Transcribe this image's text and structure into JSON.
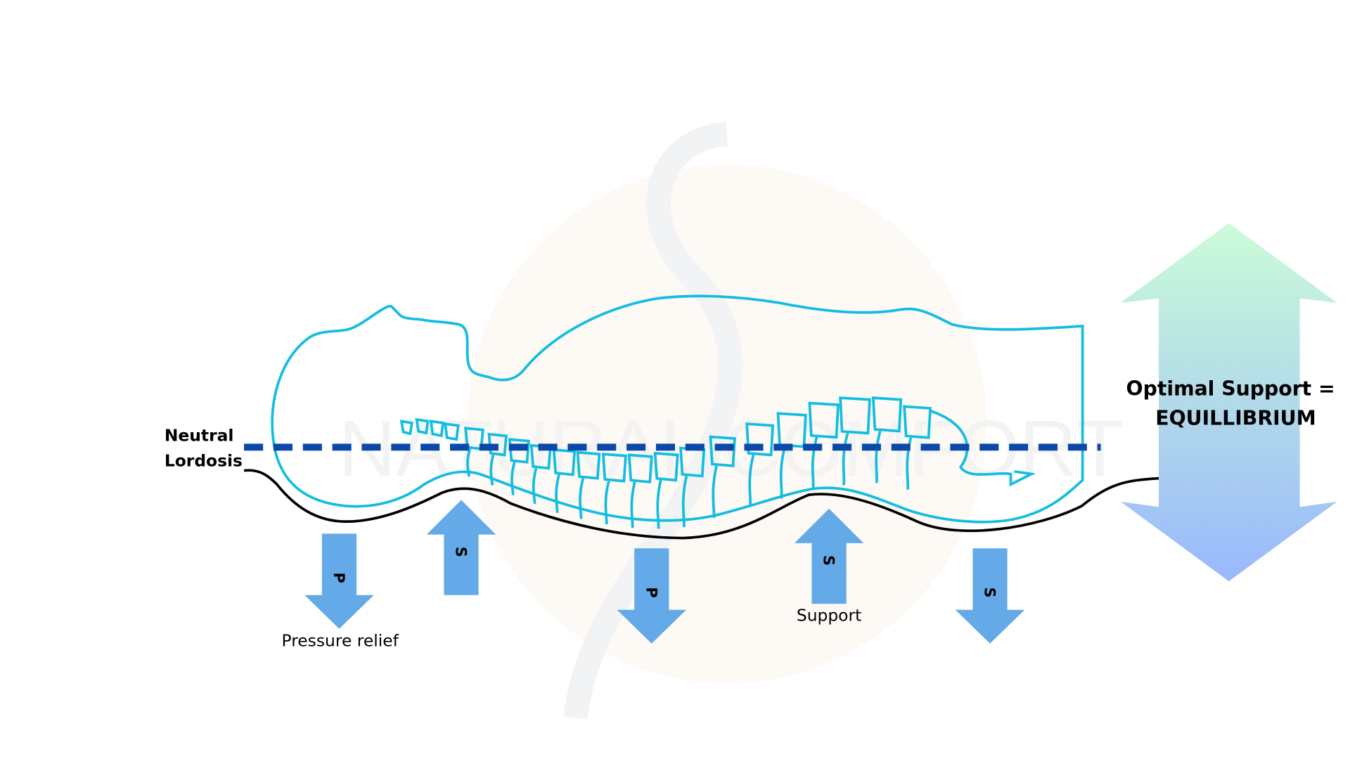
{
  "watermark": {
    "text": "NATURAL COMFORT"
  },
  "labels": {
    "neutral_line_1": "Neutral",
    "neutral_line_2": "Lordosis",
    "pressure_relief": "Pressure relief",
    "support": "Support",
    "optimal_line_1": "Optimal Support =",
    "optimal_line_2": "EQUILLIBRIUM"
  },
  "arrows": [
    {
      "letter": "P",
      "direction": "down"
    },
    {
      "letter": "S",
      "direction": "up"
    },
    {
      "letter": "P",
      "direction": "down"
    },
    {
      "letter": "S",
      "direction": "up"
    },
    {
      "letter": "S",
      "direction": "down"
    }
  ],
  "colors": {
    "body_outline": "#12bde0",
    "neutral_line": "#0a48aa",
    "force_arrow": "#64aae8",
    "equilibrium_top": "#ccfcd8",
    "equilibrium_bottom": "#99b8fc"
  }
}
